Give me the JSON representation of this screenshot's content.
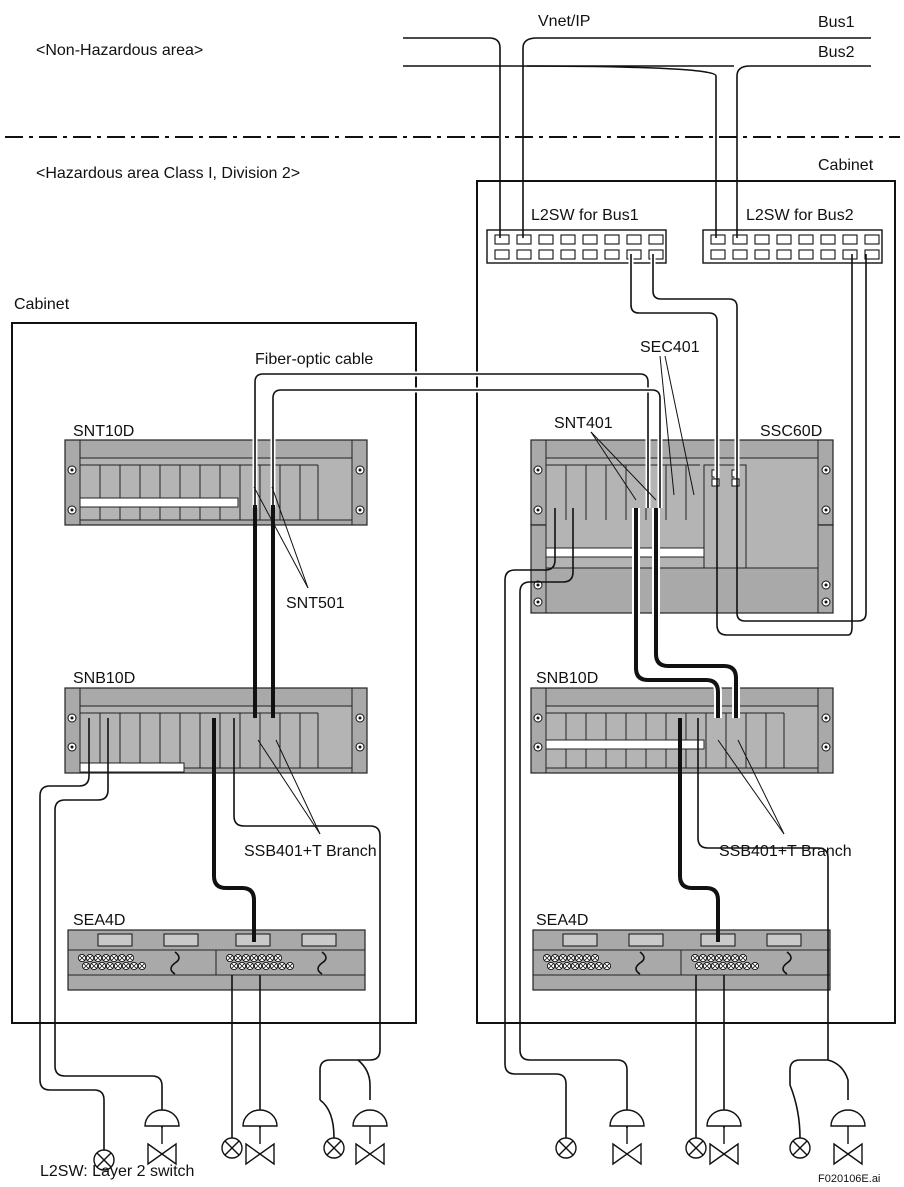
{
  "labels": {
    "non_hazardous": "<Non-Hazardous area>",
    "hazardous": "<Hazardous area Class I, Division 2>",
    "vnet_ip": "Vnet/IP",
    "bus1": "Bus1",
    "bus2": "Bus2",
    "cabinet_left": "Cabinet",
    "cabinet_right": "Cabinet",
    "l2sw_bus1": "L2SW for Bus1",
    "l2sw_bus2": "L2SW for Bus2",
    "fiber_optic": "Fiber-optic cable",
    "sec401": "SEC401",
    "snt401": "SNT401",
    "ssc60d": "SSC60D",
    "snt10d": "SNT10D",
    "snt501": "SNT501",
    "snb10d_left": "SNB10D",
    "snb10d_right": "SNB10D",
    "ssb401_left": "SSB401+T Branch",
    "ssb401_right": "SSB401+T Branch",
    "sea4d_left": "SEA4D",
    "sea4d_right": "SEA4D",
    "legend": "L2SW:  Layer 2 switch",
    "figure_id": "F020106E.ai"
  }
}
